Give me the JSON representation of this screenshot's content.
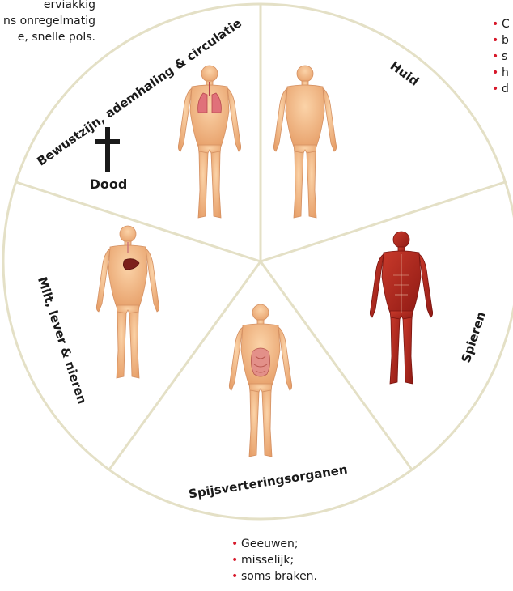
{
  "top_left_fragments": [
    "erviakkig",
    "ns onregelmatig",
    "e, snelle pols."
  ],
  "segments": {
    "circulation": "Bewustzijn, ademhaling & circulatie",
    "skin": "Huid",
    "muscles": "Spieren",
    "digestive": "Spijsverteringsorganen",
    "organs": "Milt, lever & nieren"
  },
  "death_label": "Dood",
  "right_bullets": [
    "C",
    "b",
    "s",
    "h",
    "d"
  ],
  "bottom_bullets": [
    "Geeuwen;",
    "misselijk;",
    "soms braken."
  ],
  "colors": {
    "bullet": "#d7192b",
    "wheel_line": "#e4e0c6",
    "skin": "#f2b988",
    "muscle": "#b5241d"
  }
}
